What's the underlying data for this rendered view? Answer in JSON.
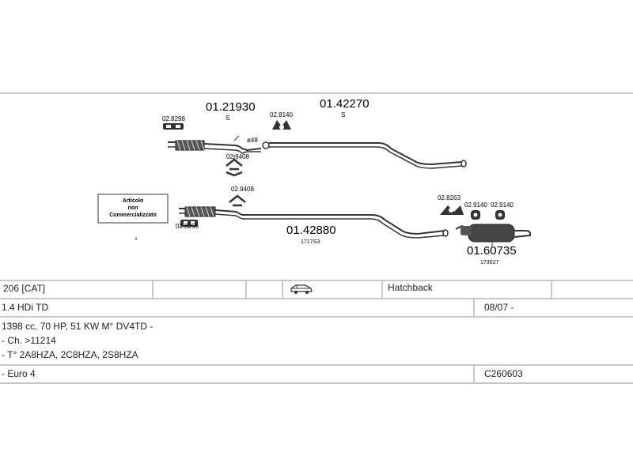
{
  "diagram": {
    "upper_line": {
      "code_a": "01.21930",
      "code_a_suffix": "S",
      "code_b": "01.42270",
      "code_b_suffix": "S",
      "part_clamp_top": "02.8298",
      "part_hanger_top": "02.8140",
      "part_bracket_top": "02.9408",
      "diameter": "ø48"
    },
    "lower_line": {
      "part_bracket": "02.9408",
      "part_clamp": "02.8256",
      "code_c": "01.42880",
      "code_c_sub": "1717S3",
      "part_clamp_rear": "02.8263",
      "part_hanger_1": "02.9140",
      "part_hanger_2": "02.9140",
      "code_d": "01.60735",
      "code_d_sub": "173027"
    },
    "notice": {
      "line1": "Articolo",
      "line2": "non",
      "line3": "Commercializzato"
    }
  },
  "vehicle": {
    "model": "206  [CAT]",
    "body_icon": "car-icon",
    "body_type": "Hatchback",
    "engine": "1.4 HDi TD",
    "date": "08/07 -",
    "spec": "1398 cc, 70 HP, 51 KW M° DV4TD -",
    "chassis": "- Ch. >11214",
    "types": "- T° 2A8HZA, 2C8HZA, 2S8HZA",
    "emission": "- Euro 4",
    "code": "C260603"
  },
  "colors": {
    "line": "#c8c8c8",
    "pipe": "#333333"
  }
}
